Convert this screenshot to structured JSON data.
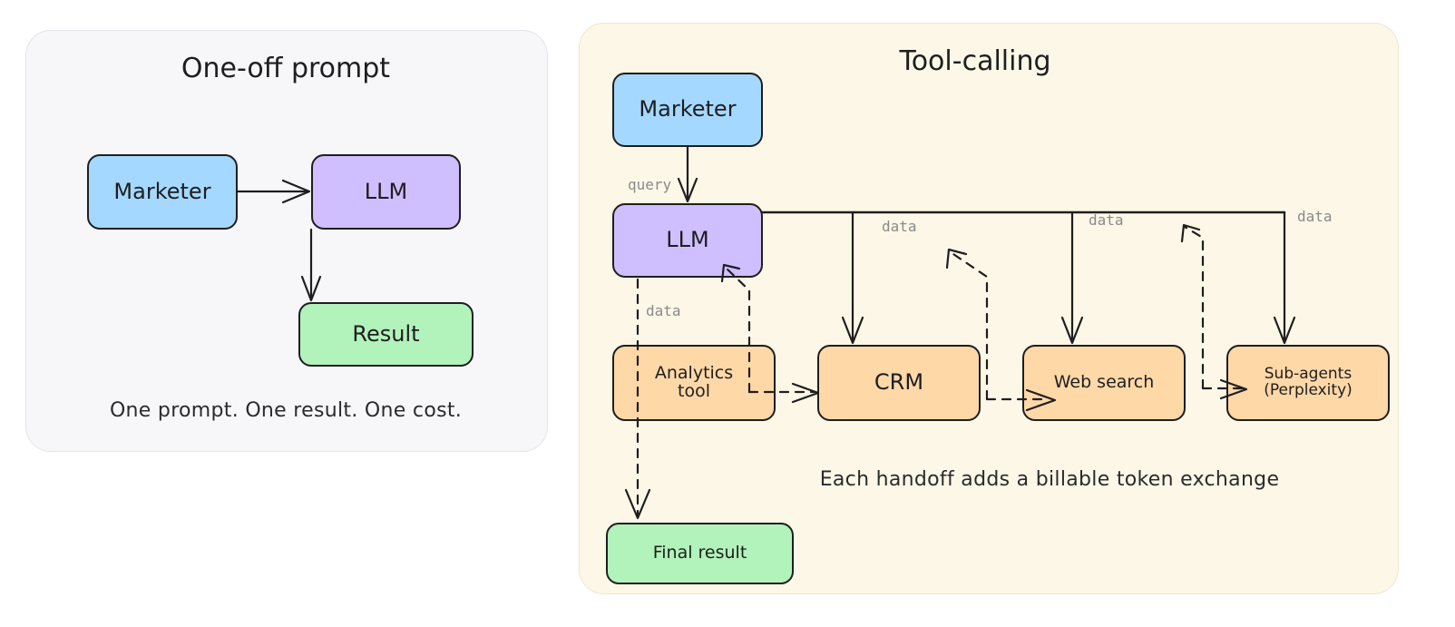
{
  "left_panel": {
    "title": "One-off prompt",
    "nodes": {
      "marketer": "Marketer",
      "llm": "LLM",
      "result": "Result"
    },
    "caption": "One prompt. One result. One cost."
  },
  "right_panel": {
    "title": "Tool-calling",
    "nodes": {
      "marketer": "Marketer",
      "llm": "LLM",
      "analytics": "Analytics\ntool",
      "crm": "CRM",
      "web_search": "Web search",
      "sub_agents": "Sub-agents\n(Perplexity)",
      "final_result": "Final result"
    },
    "labels": {
      "query": "query",
      "data_crm": "data",
      "data_web": "data",
      "data_sub": "data",
      "data_final": "data"
    },
    "caption": "Each handoff adds a billable token exchange"
  },
  "colors": {
    "blue": "#a5d8ff",
    "purple": "#d0bfff",
    "green": "#b2f2bb",
    "orange": "#ffd8a8",
    "left_panel_bg": "#f7f7fa",
    "right_panel_bg": "#fdf7e7",
    "stroke": "#1e1e1e"
  }
}
